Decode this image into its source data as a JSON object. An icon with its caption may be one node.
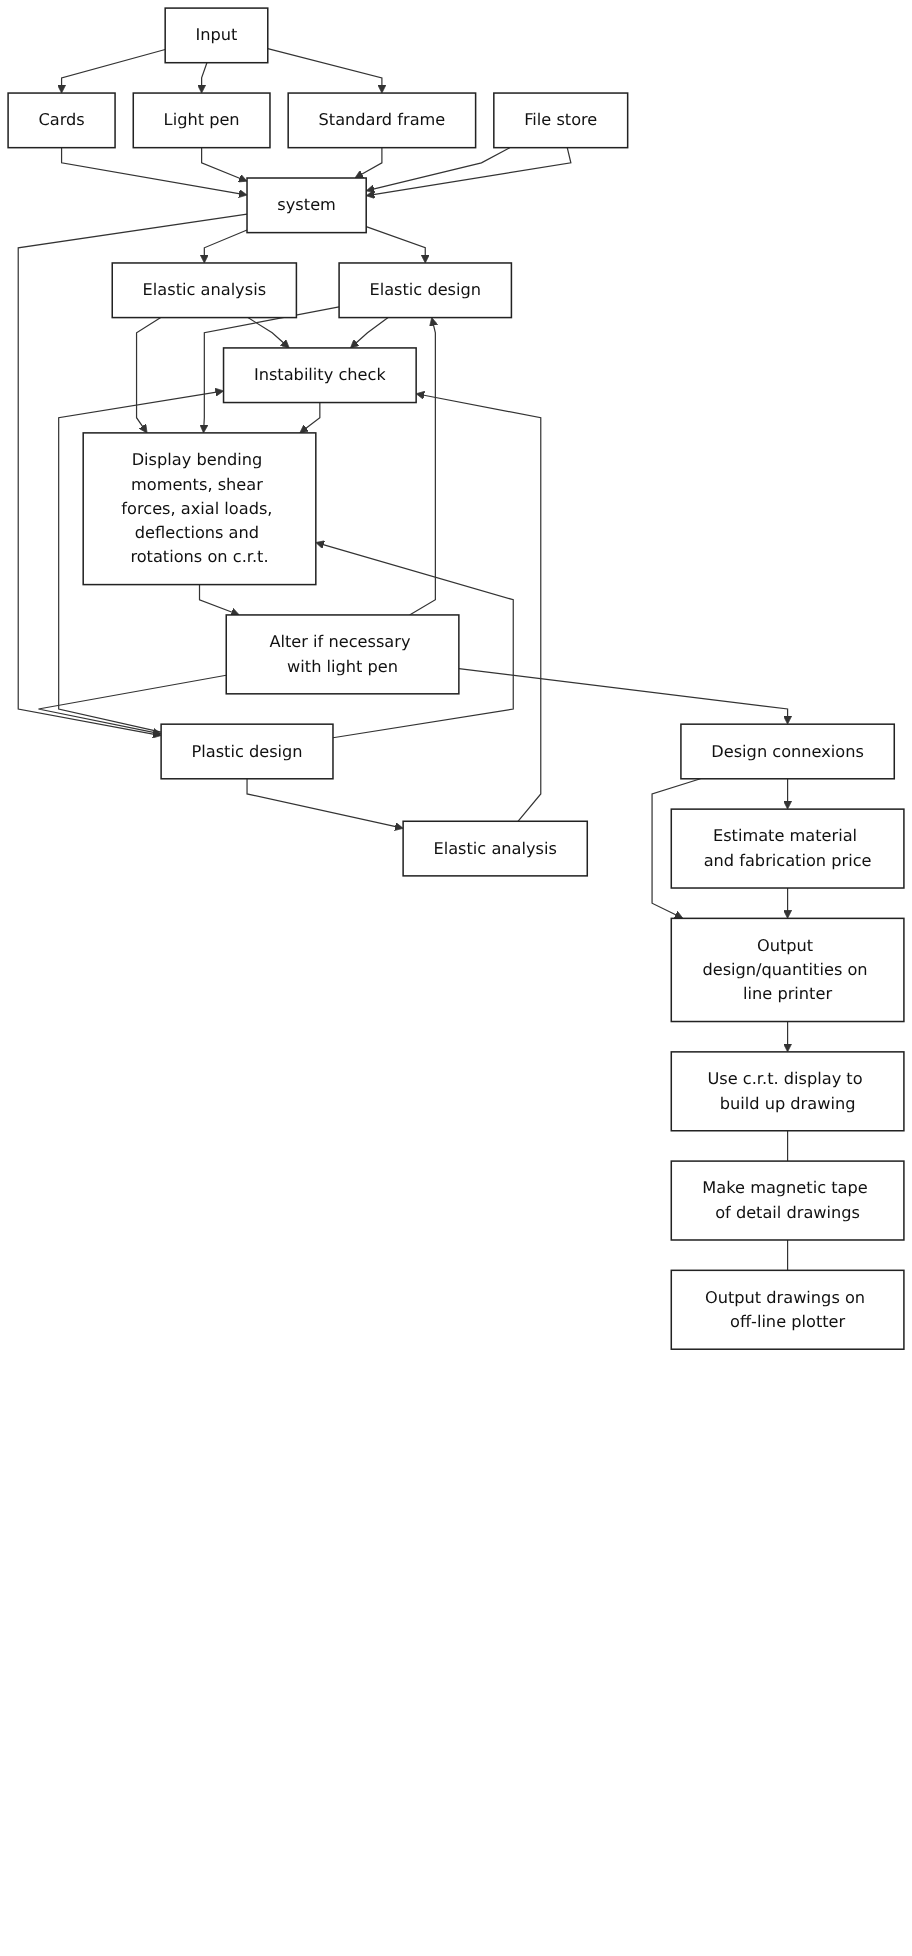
{
  "diagram": {
    "nodes": [
      {
        "text": [
          "Input"
        ]
      },
      {
        "text": [
          "Cards"
        ]
      },
      {
        "text": [
          "Light pen"
        ]
      },
      {
        "text": [
          "Standard frame"
        ]
      },
      {
        "text": [
          "system"
        ]
      },
      {
        "text": [
          "File store"
        ]
      },
      {
        "text": [
          "Elastic design"
        ]
      },
      {
        "text": [
          "Elastic analysis"
        ]
      },
      {
        "text": [
          "Plastic design"
        ]
      },
      {
        "text": [
          "Elastic analysis"
        ]
      },
      {
        "text": [
          "Instability check"
        ]
      },
      {
        "text": [
          "Display bending moments, shear forces, axial loads, deflections and rotations on c.r.t."
        ]
      },
      {
        "text": [
          "Alter if necessary with light pen"
        ]
      },
      {
        "text": [
          "Design connexions"
        ]
      },
      {
        "text": [
          "Estimate material and fabrication price"
        ]
      },
      {
        "text": [
          "Output design/quantities on line printer"
        ]
      },
      {
        "text": [
          "Use c.r.t. display to build up drawing"
        ]
      },
      {
        "text": [
          "Make magnetic tape of detail drawings"
        ]
      },
      {
        "text": [
          "Output drawings on off-line plotter"
        ]
      }
    ],
    "edges": [
      {
        "from": 0,
        "to": 1,
        "arrow": "to"
      },
      {
        "from": 0,
        "to": 2,
        "arrow": "to"
      },
      {
        "from": 0,
        "to": 3,
        "arrow": "to"
      },
      {
        "from": 1,
        "to": 4,
        "arrow": "to"
      },
      {
        "from": 2,
        "to": 4,
        "arrow": "to"
      },
      {
        "from": 3,
        "to": 4,
        "arrow": "to"
      },
      {
        "from": 5,
        "to": 4,
        "arrow": "to"
      },
      {
        "from": 5,
        "to": 4,
        "arrow": "to"
      },
      {
        "from": 4,
        "to": 6,
        "arrow": "to"
      },
      {
        "from": 4,
        "to": 7,
        "arrow": "to"
      },
      {
        "from": 4,
        "to": 8,
        "arrow": "to"
      },
      {
        "from": 7,
        "to": 10,
        "arrow": "to"
      },
      {
        "from": 7,
        "to": 11,
        "arrow": "to"
      },
      {
        "from": 6,
        "to": 10,
        "arrow": "to"
      },
      {
        "from": 6,
        "to": 11,
        "arrow": "to"
      },
      {
        "from": 8,
        "to": 9,
        "arrow": "to"
      },
      {
        "from": 8,
        "to": 10,
        "arrow": "to"
      },
      {
        "from": 8,
        "to": 11,
        "arrow": "to"
      },
      {
        "from": 9,
        "to": 10,
        "arrow": "to"
      },
      {
        "from": 10,
        "to": 11,
        "arrow": "to"
      },
      {
        "from": 11,
        "to": 12,
        "arrow": "to"
      },
      {
        "from": 12,
        "to": 6,
        "arrow": "to"
      },
      {
        "from": 12,
        "to": 8,
        "arrow": "to"
      },
      {
        "from": 12,
        "to": 13,
        "arrow": "to"
      },
      {
        "from": 13,
        "to": 14,
        "arrow": "to"
      },
      {
        "from": 13,
        "to": 15,
        "arrow": "to"
      },
      {
        "from": 14,
        "to": 15,
        "arrow": "to"
      },
      {
        "from": 15,
        "to": 16,
        "arrow": "to"
      },
      {
        "from": 16,
        "to": 17,
        "arrow": "none"
      },
      {
        "from": 17,
        "to": 18,
        "arrow": "none"
      }
    ]
  }
}
